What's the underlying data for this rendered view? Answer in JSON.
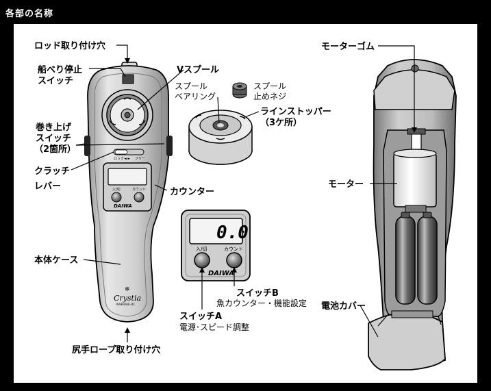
{
  "header": {
    "title": "各部の名称"
  },
  "labels": {
    "rod_hole": "ロッド取り付け穴",
    "boat_stop_1": "船べり停止",
    "boat_stop_2": "スイッチ",
    "v_spool": "Vスプール",
    "spool_bearing_1": "スプール",
    "spool_bearing_2": "ベアリング",
    "spool_screw_1": "スプール",
    "spool_screw_2": "止めネジ",
    "line_stopper_1": "ラインストッパー",
    "line_stopper_2": "（3ケ所）",
    "wind_switch_1": "巻き上げ",
    "wind_switch_2": "スイッチ",
    "wind_switch_3": "（2箇所）",
    "clutch_1": "クラッチ",
    "clutch_2": "レバー",
    "counter": "カウンター",
    "body_case": "本体ケース",
    "lanyard_hole": "尻手ロープ取り付け穴",
    "switch_a": "スイッチA",
    "switch_a_desc": "電源･スピード調整",
    "switch_b": "スイッチB",
    "switch_b_desc": "魚カウンター・機能設定",
    "motor_rubber": "モーターゴム",
    "motor": "モーター",
    "battery_cover": "電池カバー"
  },
  "device": {
    "clutch_lock": "ロック",
    "clutch_free": "フリー",
    "button_1": "入/切",
    "button_2": "カウント",
    "brand": "DAIWA",
    "model": "Crystia",
    "model_sub": "NAKIUAE-01",
    "lcd_value": "0.0"
  }
}
